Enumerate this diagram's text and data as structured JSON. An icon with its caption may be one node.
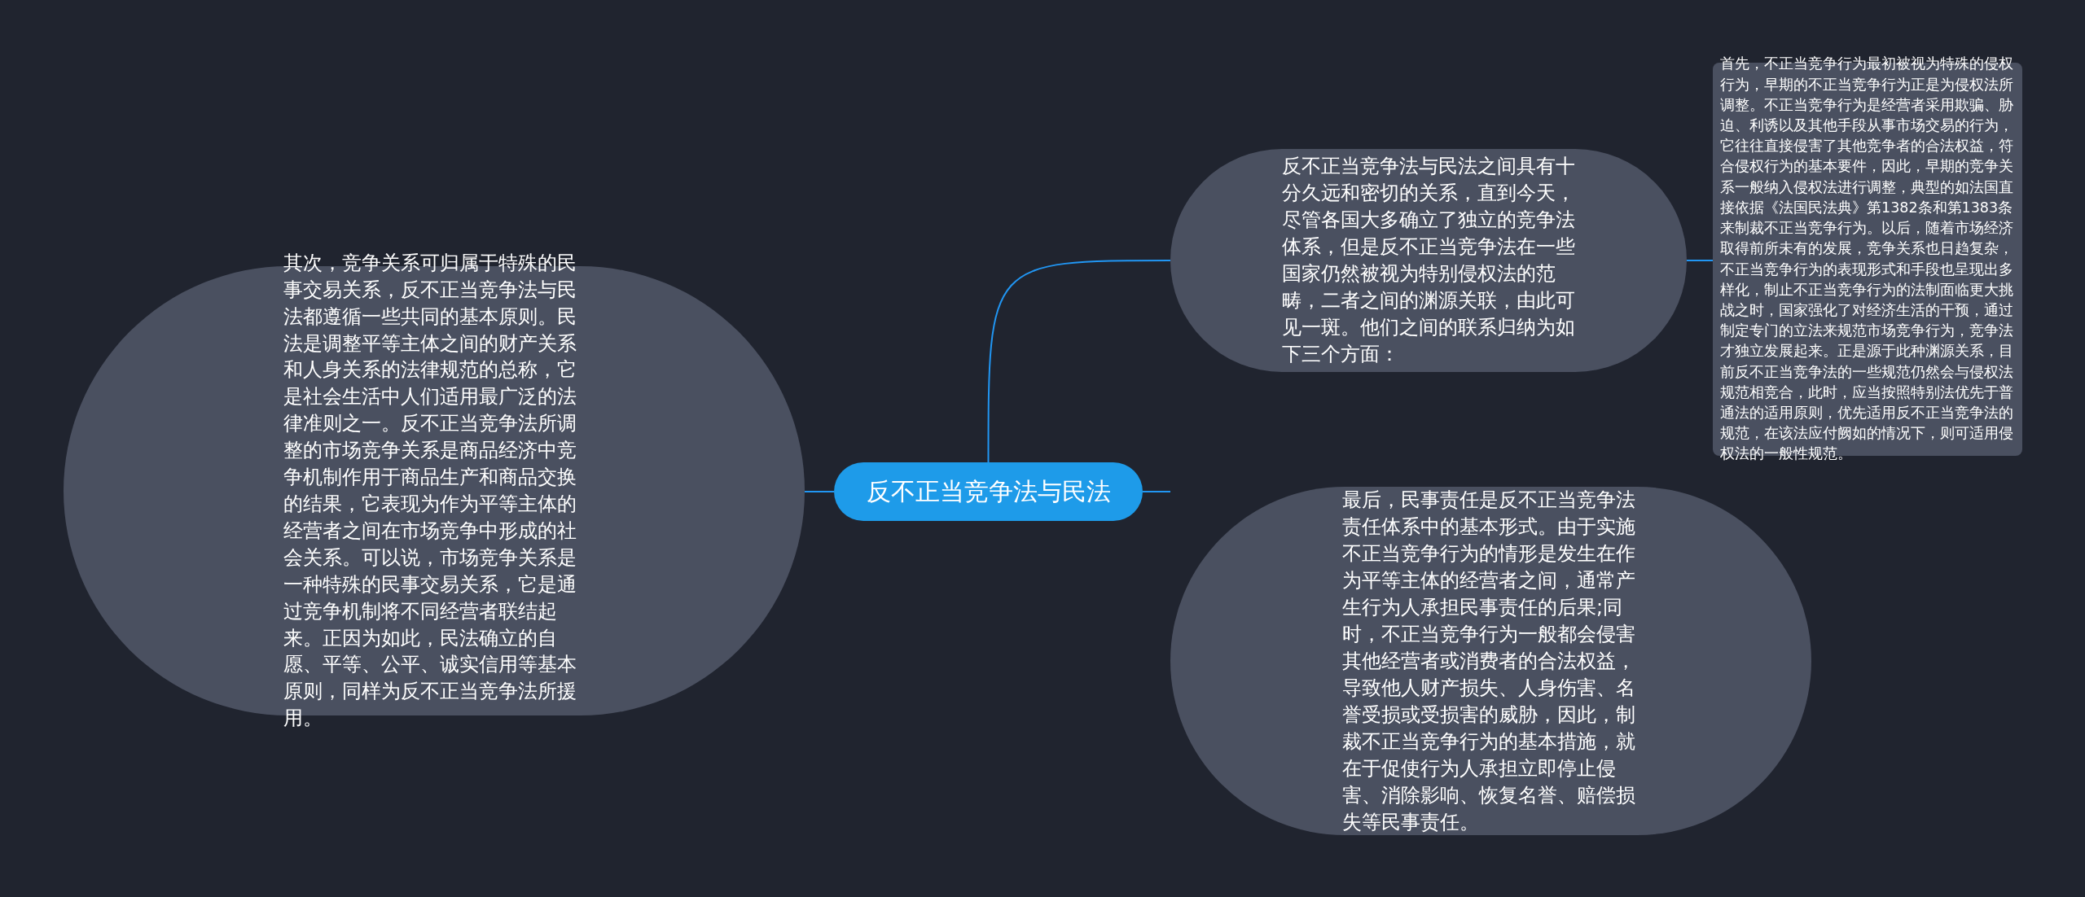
{
  "diagram": {
    "nodes": [
      {
        "text": [
          "反不正当竞争法与民法"
        ]
      },
      {
        "text": [
          "反不正当竞争法与民法之间具有十分久远和密切的关系，直到今天，尽管各国大多确立了独立的竞争法体系，但是反不正当竞争法在一些国家仍然被视为特别侵权法的范畴，二者之间的渊源关联，由此可见一斑。他们之间的联系归纳为如下三个方面："
        ]
      },
      {
        "text": [
          "首先，不正当竞争行为最初被视为特殊的侵权行为，早期的不正当竞争行为正是为侵权法所调整。不正当竞争行为是经营者采用欺骗、胁迫、利诱以及其他手段从事市场交易的行为，它往往直接侵害了其他竞争者的合法权益，符合侵权行为的基本要件，因此，早期的竞争关系一般纳入侵权法进行调整，典型的如法国直接依据《法国民法典》第1382条和第1383条来制裁不正当竞争行为。以后，随着市场经济取得前所未有的发展，竞争关系也日趋复杂，不正当竞争行为的表现形式和手段也呈现出多样化，制止不正当竞争行为的法制面临更大挑战之时，国家强化了对经济生活的干预，通过制定专门的立法来规范市场竞争行为，竞争法才独立发展起来。正是源于此种渊源关系，目前反不正当竞争法的一些规范仍然会与侵权法规范相竞合，此时，应当按照特别法优先于普通法的适用原则，优先适用反不正当竞争法的规范，在该法应付阙如的情况下，则可适用侵权法的一般性规范。"
        ]
      },
      {
        "text": [
          "最后，民事责任是反不正当竞争法责任体系中的基本形式。由于实施不正当竞争行为的情形是发生在作为平等主体的经营者之间，通常产生行为人承担民事责任的后果;同时，不正当竞争行为一般都会侵害其他经营者或消费者的合法权益，导致他人财产损失、人身伤害、名誉受损或受损害的威胁，因此，制裁不正当竞争行为的基本措施，就在于促使行为人承担立即停止侵害、消除影响、恢复名誉、赔偿损失等民事责任。"
        ]
      },
      {
        "text": [
          "其次，竞争关系可归属于特殊的民事交易关系，反不正当竞争法与民法都遵循一些共同的基本原则。民法是调整平等主体之间的财产关系和人身关系的法律规范的总称，它是社会生活中人们适用最广泛的法律准则之一。反不正当竞争法所调整的市场竞争关系是商品经济中竞争机制作用于商品生产和商品交换的结果，它表现为作为平等主体的经营者之间在市场竞争中形成的社会关系。可以说，市场竞争关系是一种特殊的民事交易关系，它是通过竞争机制将不同经营者联结起来。正因为如此，民法确立的自愿、平等、公平、诚实信用等基本原则，同样为反不正当竞争法所援用。"
        ]
      }
    ],
    "edges": [
      {
        "from": 0,
        "to": 1,
        "arrow": "none"
      },
      {
        "from": 1,
        "to": 2,
        "arrow": "none"
      },
      {
        "from": 0,
        "to": 3,
        "arrow": "none"
      },
      {
        "from": 0,
        "to": 4,
        "arrow": "none"
      }
    ]
  }
}
